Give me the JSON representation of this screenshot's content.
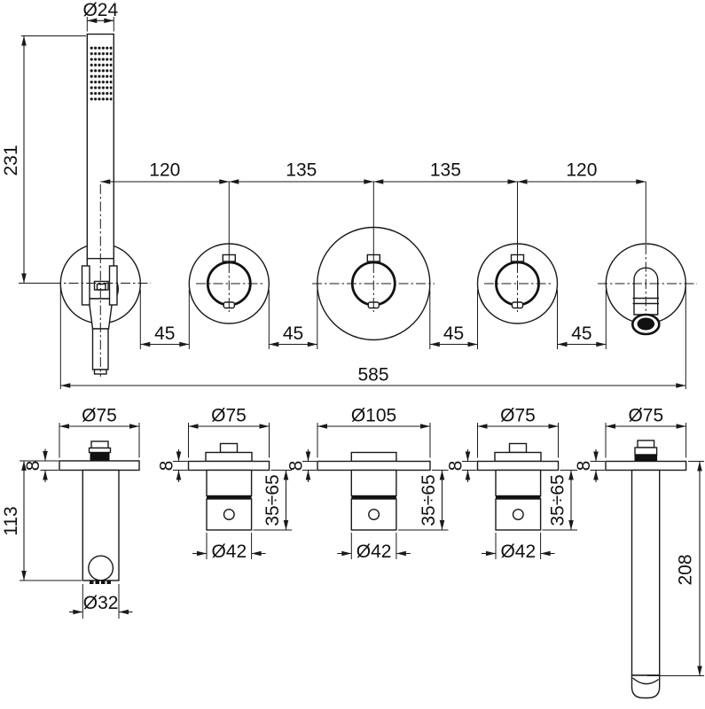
{
  "front_view": {
    "handshower_diameter": "Ø24",
    "handshower_height": "231",
    "center_spacings": [
      "120",
      "135",
      "135",
      "120"
    ],
    "edge_gaps": [
      "45",
      "45",
      "45",
      "45"
    ],
    "overall_width": "585"
  },
  "side_view": {
    "escutcheon_diameters": [
      "Ø75",
      "Ø75",
      "Ø105",
      "Ø75",
      "Ø75"
    ],
    "plate_thicknesses": [
      "8",
      "8",
      "8",
      "8",
      "8"
    ],
    "holder_projection": "113",
    "holder_end_diameter": "Ø32",
    "handle_projections": [
      "35÷65",
      "35÷65",
      "35÷65"
    ],
    "handle_diameters": [
      "Ø42",
      "Ø42",
      "Ø42"
    ],
    "spout_projection": "208"
  }
}
